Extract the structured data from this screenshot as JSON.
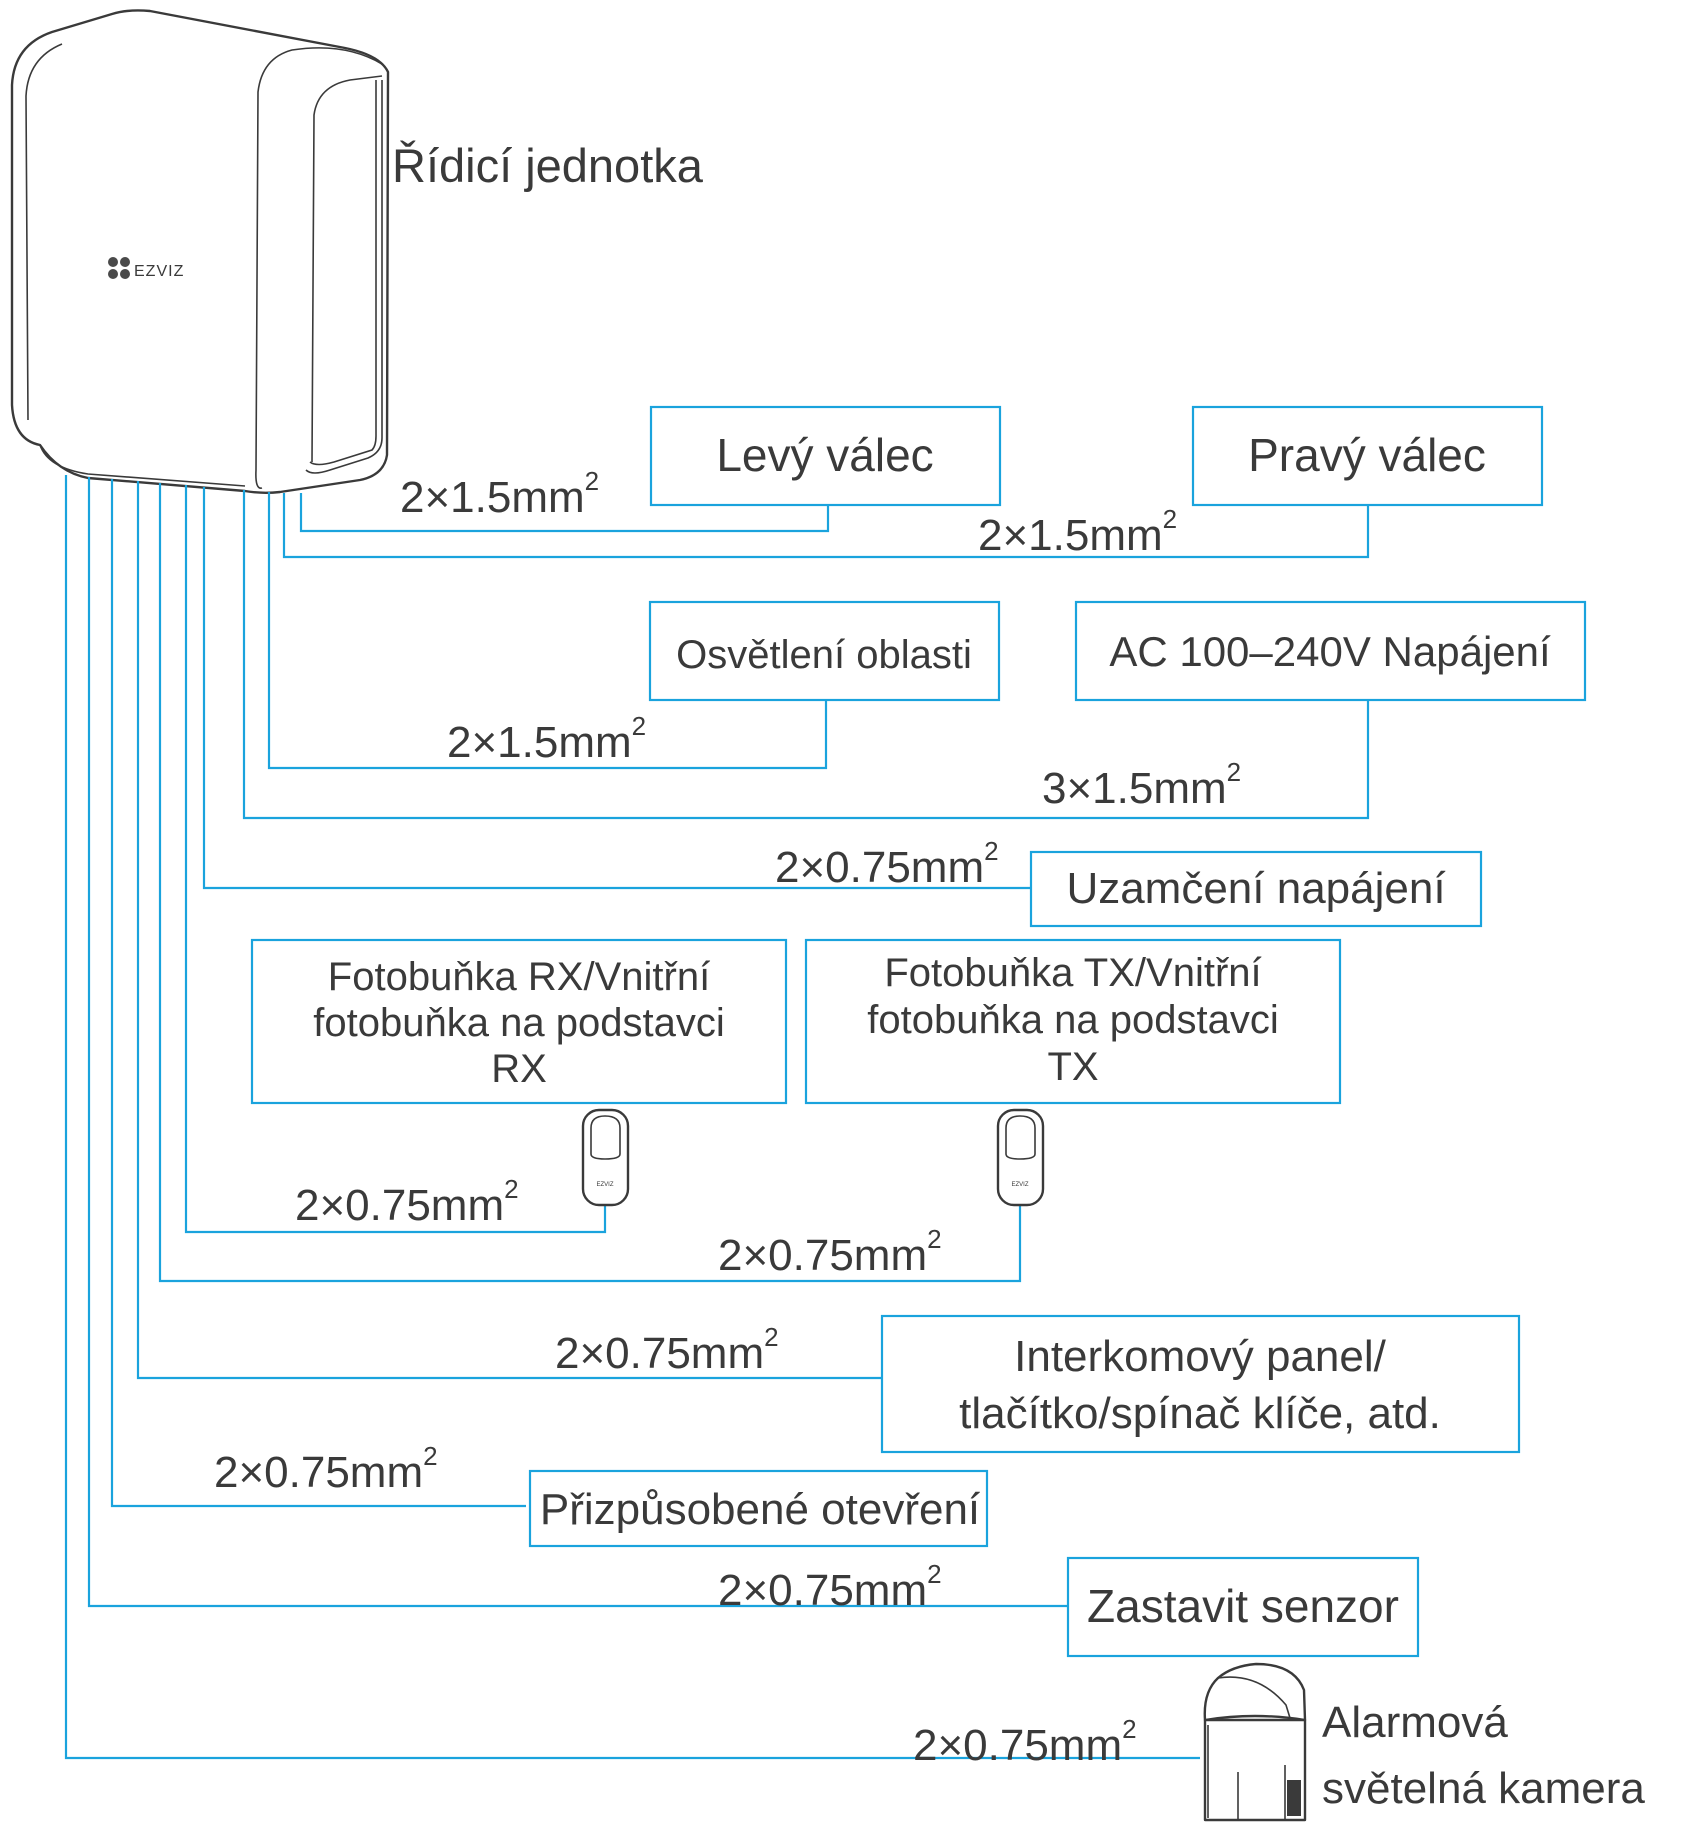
{
  "control_unit": {
    "label": "Řídicí jednotka",
    "brand": "EZVIZ"
  },
  "gauge_sup": "2",
  "components": {
    "left_cylinder": {
      "label": "Levý válec",
      "gauge": "2×1.5mm"
    },
    "right_cylinder": {
      "label": "Pravý válec",
      "gauge": "2×1.5mm"
    },
    "area_lighting": {
      "label": "Osvětlení oblasti",
      "gauge": "2×1.5mm"
    },
    "power_supply": {
      "label": "AC 100–240V Napájení",
      "gauge": "3×1.5mm"
    },
    "lock_power": {
      "label": "Uzamčení napájení",
      "gauge": "2×0.75mm"
    },
    "photocell_rx": {
      "label_lines": [
        "Fotobuňka RX/Vnitřní",
        "fotobuňka na podstavci",
        "RX"
      ],
      "gauge": "2×0.75mm",
      "brand": "EZVIZ"
    },
    "photocell_tx": {
      "label_lines": [
        "Fotobuňka TX/Vnitřní",
        "fotobuňka na podstavci",
        "TX"
      ],
      "gauge": "2×0.75mm",
      "brand": "EZVIZ"
    },
    "intercom": {
      "label_lines": [
        "Interkomový panel/",
        "tlačítko/spínač klíče, atd."
      ],
      "gauge": "2×0.75mm"
    },
    "custom_open": {
      "label": "Přizpůsobené otevření",
      "gauge": "2×0.75mm"
    },
    "stop_sensor": {
      "label": "Zastavit senzor",
      "gauge": "2×0.75mm"
    },
    "alarm_camera": {
      "label_lines": [
        "Alarmová",
        "světelná kamera"
      ],
      "gauge": "2×0.75mm"
    }
  },
  "colors": {
    "accent": "#1aa3dd",
    "text": "#3a3a3a",
    "outline": "#3a3a3a",
    "background": "#ffffff"
  }
}
